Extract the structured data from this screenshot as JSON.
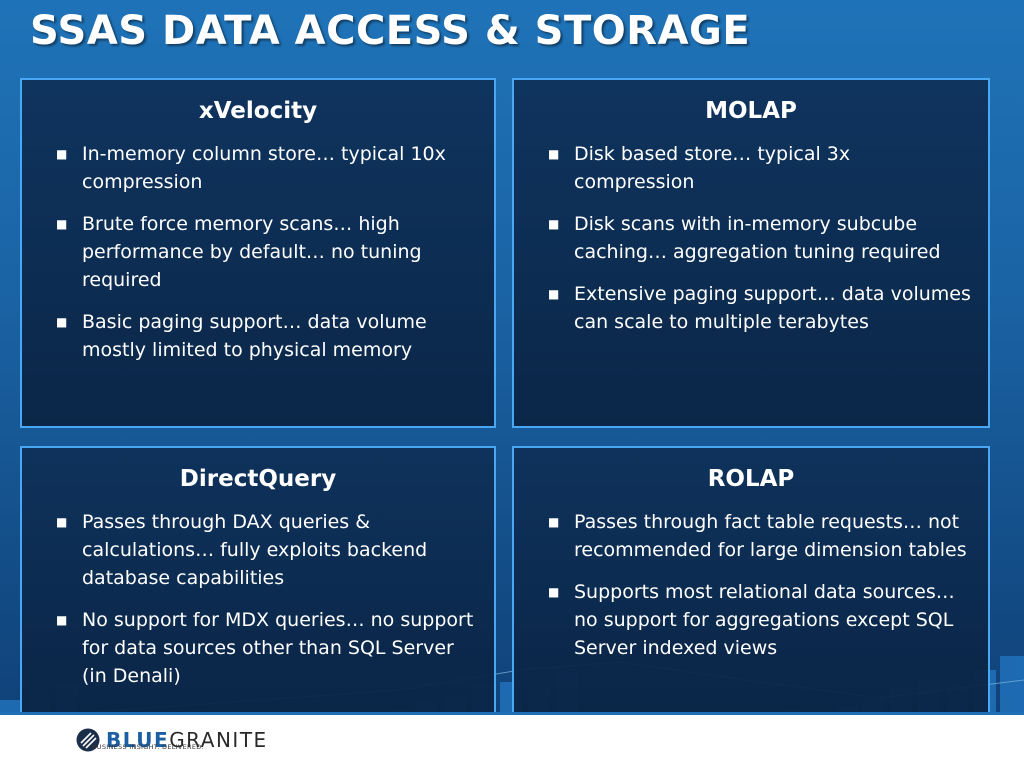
{
  "slide": {
    "title": "SSAS DATA ACCESS & STORAGE"
  },
  "panels": [
    {
      "heading": "xVelocity",
      "bullets": [
        "In-memory column store… typical 10x compression",
        "Brute force memory scans… high performance by default… no tuning required",
        "Basic paging support… data volume mostly limited to physical memory"
      ]
    },
    {
      "heading": "MOLAP",
      "bullets": [
        "Disk based store… typical 3x compression",
        "Disk scans with in-memory subcube caching… aggregation tuning required",
        "Extensive paging support… data volumes can scale to multiple terabytes"
      ]
    },
    {
      "heading": "DirectQuery",
      "bullets": [
        "Passes through DAX queries & calculations… fully exploits backend database capabilities",
        "No support for MDX queries… no support for data sources other than SQL Server (in Denali)"
      ]
    },
    {
      "heading": "ROLAP",
      "bullets": [
        "Passes through fact table requests… not recommended for large dimension tables",
        "Supports most relational data sources… no support for aggregations except SQL Server indexed views"
      ]
    }
  ],
  "footer": {
    "logo_part1": "BLUE",
    "logo_part2": "GRANITE",
    "tagline": "BUSINESS INSIGHT. DELIVERED."
  },
  "colors": {
    "panel_border": "#4aa7f3",
    "background_top": "#1f73b8",
    "background_bottom": "#0f3e73",
    "logo_blue": "#1d5fa3"
  }
}
